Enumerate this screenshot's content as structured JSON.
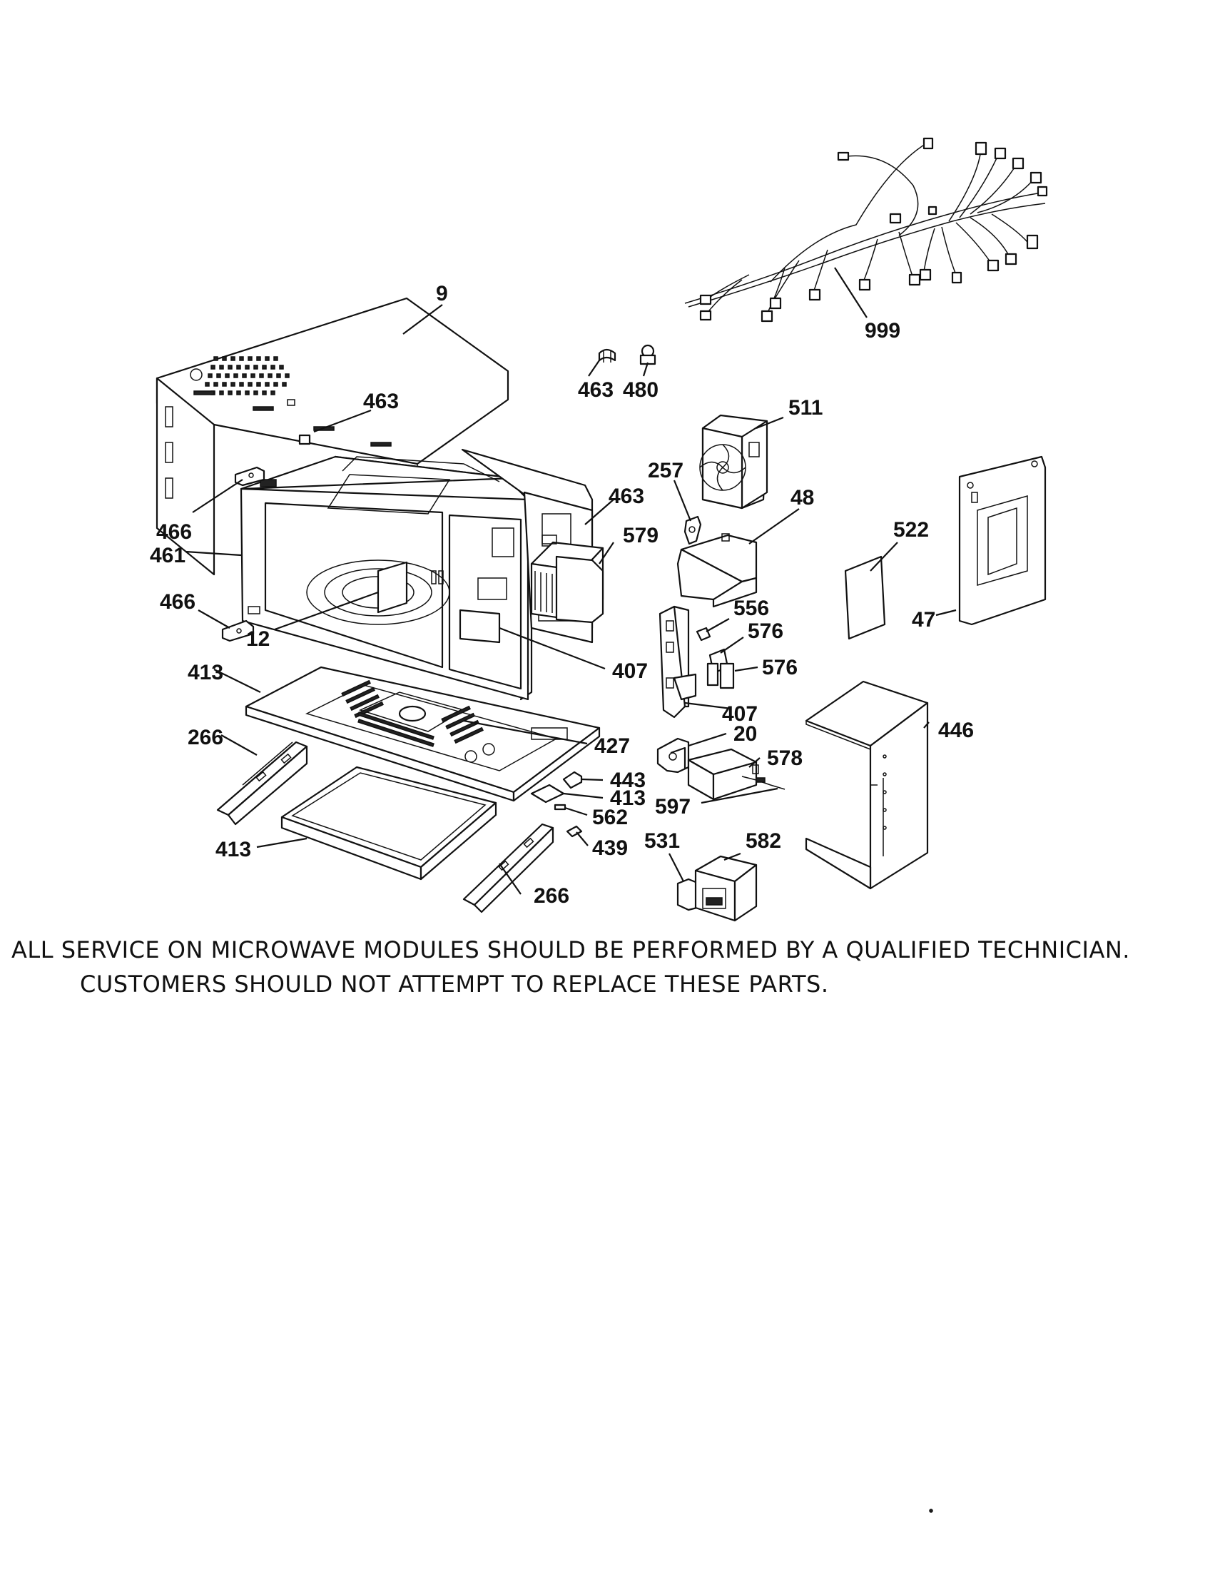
{
  "callouts": [
    {
      "id": "c9",
      "text": "9"
    },
    {
      "id": "c463a",
      "text": "463"
    },
    {
      "id": "c466a",
      "text": "466"
    },
    {
      "id": "c461",
      "text": "461"
    },
    {
      "id": "c466b",
      "text": "466"
    },
    {
      "id": "c12",
      "text": "12"
    },
    {
      "id": "c413a",
      "text": "413"
    },
    {
      "id": "c266a",
      "text": "266"
    },
    {
      "id": "c413b",
      "text": "413"
    },
    {
      "id": "c266b",
      "text": "266"
    },
    {
      "id": "c463b",
      "text": "463"
    },
    {
      "id": "c480",
      "text": "480"
    },
    {
      "id": "c999",
      "text": "999"
    },
    {
      "id": "c511",
      "text": "511"
    },
    {
      "id": "c257",
      "text": "257"
    },
    {
      "id": "c463c",
      "text": "463"
    },
    {
      "id": "c579",
      "text": "579"
    },
    {
      "id": "c48",
      "text": "48"
    },
    {
      "id": "c522",
      "text": "522"
    },
    {
      "id": "c47",
      "text": "47"
    },
    {
      "id": "c556",
      "text": "556"
    },
    {
      "id": "c576a",
      "text": "576"
    },
    {
      "id": "c576b",
      "text": "576"
    },
    {
      "id": "c407a",
      "text": "407"
    },
    {
      "id": "c407b",
      "text": "407"
    },
    {
      "id": "c427",
      "text": "427"
    },
    {
      "id": "c20",
      "text": "20"
    },
    {
      "id": "c578",
      "text": "578"
    },
    {
      "id": "c446",
      "text": "446"
    },
    {
      "id": "c443",
      "text": "443"
    },
    {
      "id": "c413c",
      "text": "413"
    },
    {
      "id": "c562",
      "text": "562"
    },
    {
      "id": "c597",
      "text": "597"
    },
    {
      "id": "c439",
      "text": "439"
    },
    {
      "id": "c531",
      "text": "531"
    },
    {
      "id": "c582",
      "text": "582"
    }
  ],
  "notice": {
    "line1": "ALL SERVICE ON MICROWAVE MODULES SHOULD BE PERFORMED BY A QUALIFIED TECHNICIAN.",
    "line2": "CUSTOMERS SHOULD NOT ATTEMPT TO REPLACE THESE PARTS."
  }
}
